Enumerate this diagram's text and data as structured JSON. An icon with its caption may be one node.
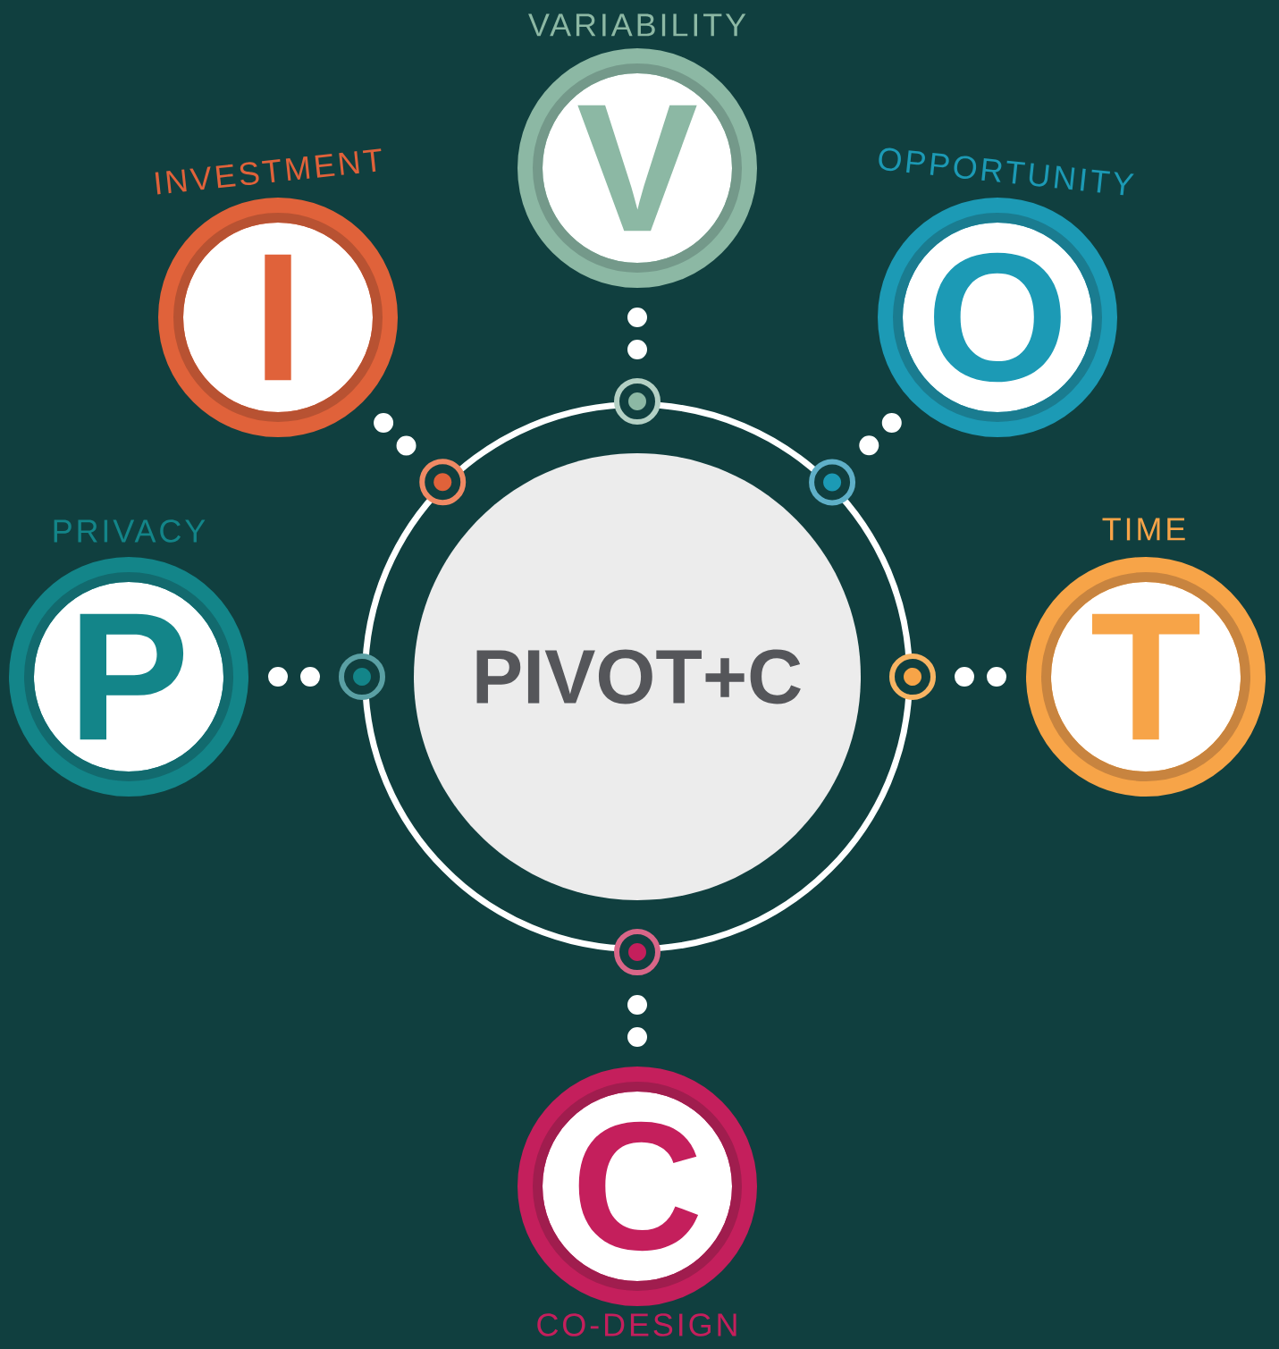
{
  "diagram": {
    "nodes": [
      {
        "text": [],
        "shape": "circle"
      },
      {
        "text": [
          "PIVOT+C"
        ],
        "in": 0
      },
      {
        "text": [
          "V"
        ],
        "beside": [
          "VARIABILITY"
        ]
      },
      {
        "text": [
          "I"
        ],
        "beside": [
          "INVESTMENT"
        ]
      },
      {
        "text": [
          "O"
        ],
        "beside": [
          "OPPORTUNITY"
        ]
      },
      {
        "text": [
          "P"
        ],
        "beside": [
          "PRIVACY"
        ]
      },
      {
        "text": [
          "T"
        ],
        "beside": [
          "TIME"
        ]
      },
      {
        "text": [
          "C"
        ],
        "beside": [
          "CO-DESIGN"
        ]
      }
    ],
    "edges": [
      {
        "from": 2,
        "to": 0,
        "arrow": "none",
        "style": "dashed"
      },
      {
        "from": 3,
        "to": 0,
        "arrow": "none",
        "style": "dashed"
      },
      {
        "from": 4,
        "to": 0,
        "arrow": "none",
        "style": "dashed"
      },
      {
        "from": 5,
        "to": 0,
        "arrow": "none",
        "style": "dashed"
      },
      {
        "from": 6,
        "to": 0,
        "arrow": "none",
        "style": "dashed"
      },
      {
        "from": 7,
        "to": 0,
        "arrow": "none",
        "style": "dashed"
      }
    ]
  }
}
